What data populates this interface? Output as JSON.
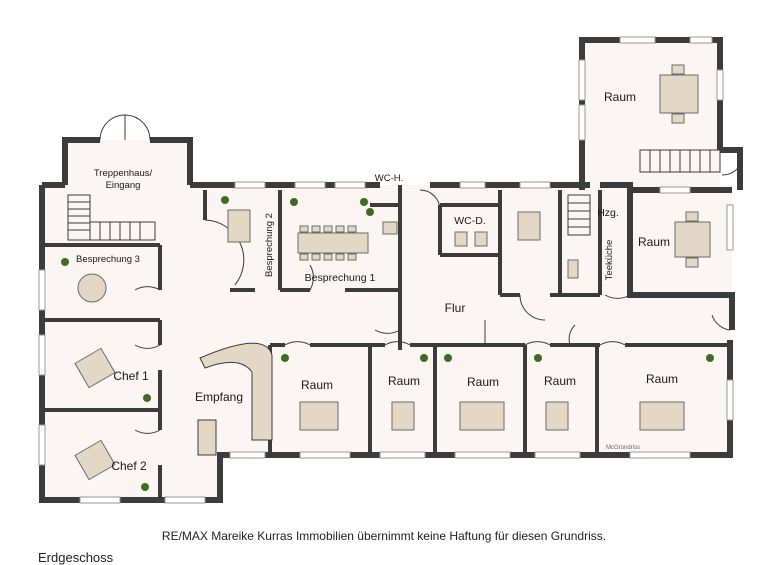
{
  "rooms": {
    "treppenhaus_1": "Treppenhaus/",
    "treppenhaus_2": "Eingang",
    "wc_h": "WC-H.",
    "wc_d": "WC-D.",
    "besprechung_3": "Besprechung 3",
    "besprechung_2": "Besprechung 2",
    "besprechung_1": "Besprechung 1",
    "chef_1": "Chef 1",
    "chef_2": "Chef 2",
    "empfang": "Empfang",
    "flur": "Flur",
    "hzg": "Hzg.",
    "teekueche": "Teeküche",
    "raum_top": "Raum",
    "raum_right": "Raum",
    "raum_1": "Raum",
    "raum_2": "Raum",
    "raum_3": "Raum",
    "raum_4": "Raum",
    "raum_5": "Raum"
  },
  "watermark": "McGrundriss",
  "disclaimer": "RE/MAX Mareike Kurras Immobilien übernimmt keine Haftung für diesen Grundriss.",
  "floor_name": "Erdgeschoss",
  "colors": {
    "wall": "#3c3c3c",
    "floor": "#fbf5f4",
    "furniture": "#e3d8c6",
    "plant": "#3f6b25"
  }
}
